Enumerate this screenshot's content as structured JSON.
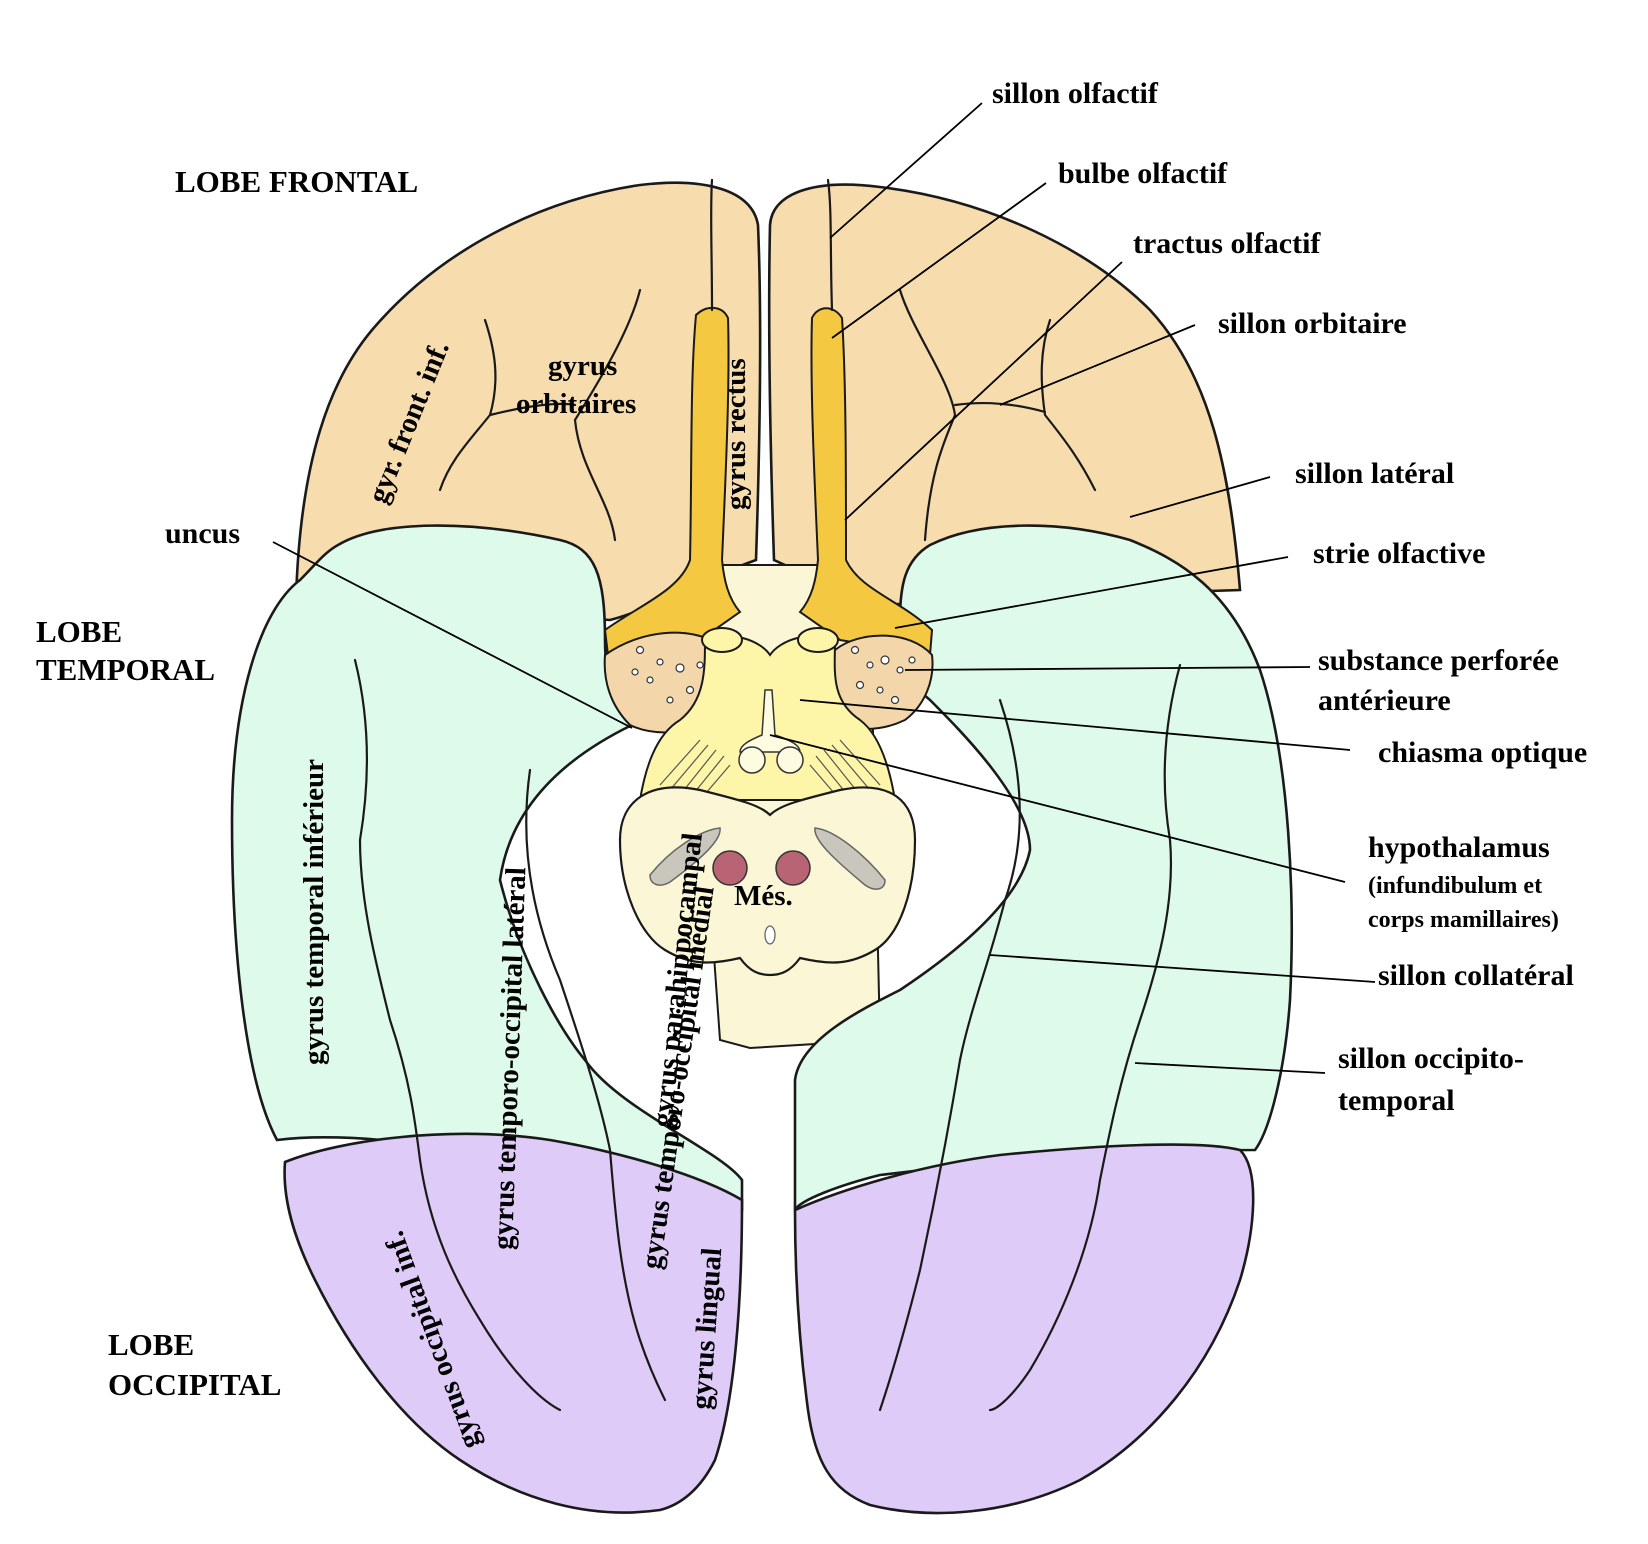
{
  "colors": {
    "frontal": "#f7dcae",
    "temporal": "#ddfaea",
    "occipital": "#dfcbf7",
    "olfactory": "#f5c842",
    "hypothalamus": "#fdf6a8",
    "midbrain": "#fbf7d6",
    "perforated_substance": "#f3d6aa",
    "red_nucleus": "#b86474",
    "substantia_nigra": "#c9c7bd"
  },
  "lobes": {
    "frontal": "LOBE FRONTAL",
    "temporal_line1": "LOBE",
    "temporal_line2": "TEMPORAL",
    "occipital_line1": "LOBE",
    "occipital_line2": "OCCIPITAL"
  },
  "gyri": {
    "gyr_front_inf": "gyr. front. inf.",
    "gyrus_orbitaires_line1": "gyrus",
    "gyrus_orbitaires_line2": "orbitaires",
    "gyrus_rectus": "gyrus rectus",
    "gyrus_temporal_inferieur": "gyrus temporal inférieur",
    "gyrus_temporo_occipital_lateral": "gyrus temporo-occipital latéral",
    "gyrus_temporo_occipital_medial": "gyrus temporo-occipital médial",
    "gyrus_parahippocampal": "gyrus parahippocampal",
    "gyrus_occipital_inf": "gyrus occipital inf.",
    "gyrus_lingual": "gyrus lingual",
    "mesencephalon": "Més."
  },
  "callouts": {
    "uncus": "uncus",
    "sillon_olfactif": "sillon olfactif",
    "bulbe_olfactif": "bulbe olfactif",
    "tractus_olfactif": "tractus olfactif",
    "sillon_orbitaire": "sillon orbitaire",
    "sillon_lateral": "sillon latéral",
    "strie_olfactive": "strie olfactive",
    "substance_perforee_line1": "substance perforée",
    "substance_perforee_line2": "antérieure",
    "chiasma_optique": "chiasma optique",
    "hypothalamus_line1": "hypothalamus",
    "hypothalamus_line2": "(infundibulum et",
    "hypothalamus_line3": "corps mamillaires)",
    "sillon_collateral": "sillon collatéral",
    "sillon_occipito_line1": "sillon occipito-",
    "sillon_occipito_line2": "temporal"
  }
}
